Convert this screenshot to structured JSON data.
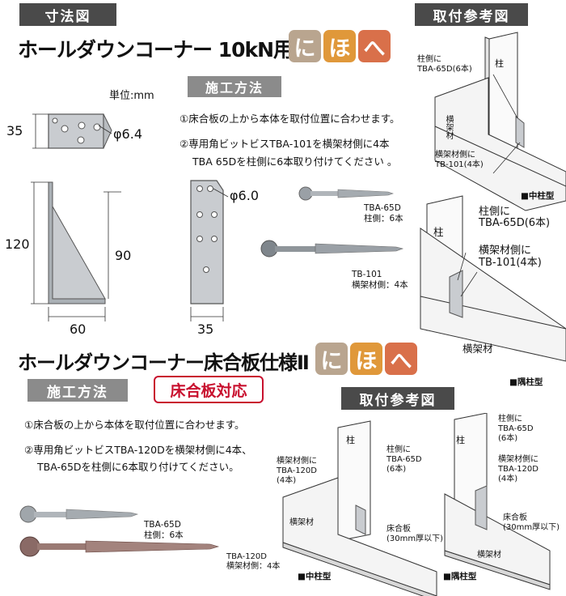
{
  "section_dimensions": "寸法図",
  "title1": "ホールダウンコーナー 10kN用",
  "title2": "ホールダウンコーナー床合板仕様Ⅱ",
  "badges": [
    {
      "char": "に",
      "color": "#b9a58f"
    },
    {
      "char": "ほ",
      "color": "#e0983a"
    },
    {
      "char": "へ",
      "color": "#d9704a"
    }
  ],
  "unit_label": "単位:mm",
  "install_method": "施工方法",
  "install_ref": "取付参考図",
  "dims": {
    "d35": "35",
    "phi64": "φ6.4",
    "d120": "120",
    "d90": "90",
    "d60": "60",
    "phi60": "φ6.0",
    "d35b": "35"
  },
  "steps1": [
    "①床合板の上から本体を取付位置に合わせます。",
    "②専用角ビットビスTBA-101を横架材側に4本",
    "TBA 65Dを柱側に6本取り付けてください 。"
  ],
  "screws1": {
    "tba65d_name": "TBA-65D",
    "tba65d_desc": "柱側：6本",
    "tb101_name": "TB-101",
    "tb101_desc": "横架材側：4本"
  },
  "ref1": {
    "pillar": "柱",
    "beam": "横架材",
    "post_side_line1": "柱側に",
    "post_side_line2": "TBA-65D(6本)",
    "beam_side_line1": "横架材側に",
    "beam_side_line2": "TB-101(4本)",
    "type_center": "■中柱型",
    "type_corner": "■隅柱型"
  },
  "floor_badge": "床合板対応",
  "steps2": [
    "①床合板の上から本体を取付位置に合わせます。",
    "②専用角ビットビスTBA-120Dを横架材側に4本、",
    "TBA-65Dを柱側に6本取り付けてください。"
  ],
  "screws2": {
    "tba65d_name": "TBA-65D",
    "tba65d_desc": "柱側：6本",
    "tba120d_name": "TBA-120D",
    "tba120d_desc": "横架材側：4本"
  },
  "ref2": {
    "pillar": "柱",
    "beam": "横架材",
    "beam_side_line1": "横架材側に",
    "beam_side_line2": "TBA-120D",
    "beam_side_line3": "(4本)",
    "post_side_line1": "柱側に",
    "post_side_line2": "TBA-65D",
    "post_side_line3": "(6本)",
    "floor_line1": "床合板",
    "floor_line2": "(30mm厚以下)",
    "type_center": "■中柱型",
    "type_corner": "■隅柱型"
  }
}
